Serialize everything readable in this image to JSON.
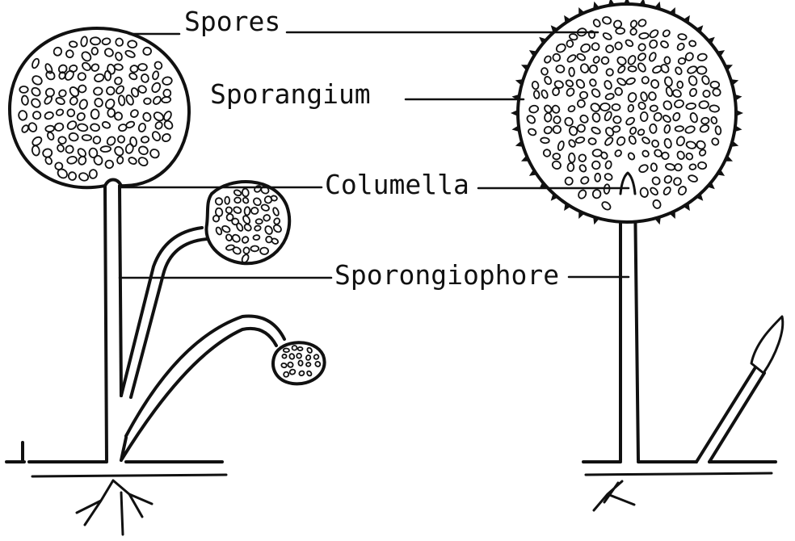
{
  "labels": {
    "spores": "Spores",
    "sporangium": "Sporangium",
    "columella": "Columella",
    "sporangiophore": "Sporongiophore"
  },
  "colors": {
    "ink": "#111111",
    "background": "#ffffff"
  }
}
